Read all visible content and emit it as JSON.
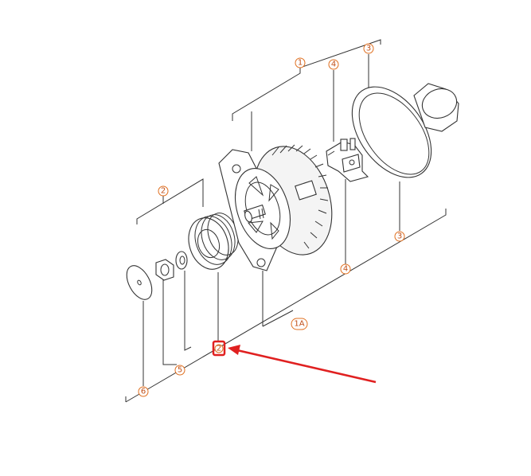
{
  "callouts": {
    "c1": "1",
    "c1a": "1A",
    "c2_top": "2",
    "c2_highlight": "2",
    "c3_top": "3",
    "c3_bottom": "3",
    "c4_top": "4",
    "c4_bottom": "4",
    "c5": "5",
    "c6": "6"
  },
  "colors": {
    "callout": "#e07020",
    "highlight": "#e02020",
    "line": "#333333"
  }
}
